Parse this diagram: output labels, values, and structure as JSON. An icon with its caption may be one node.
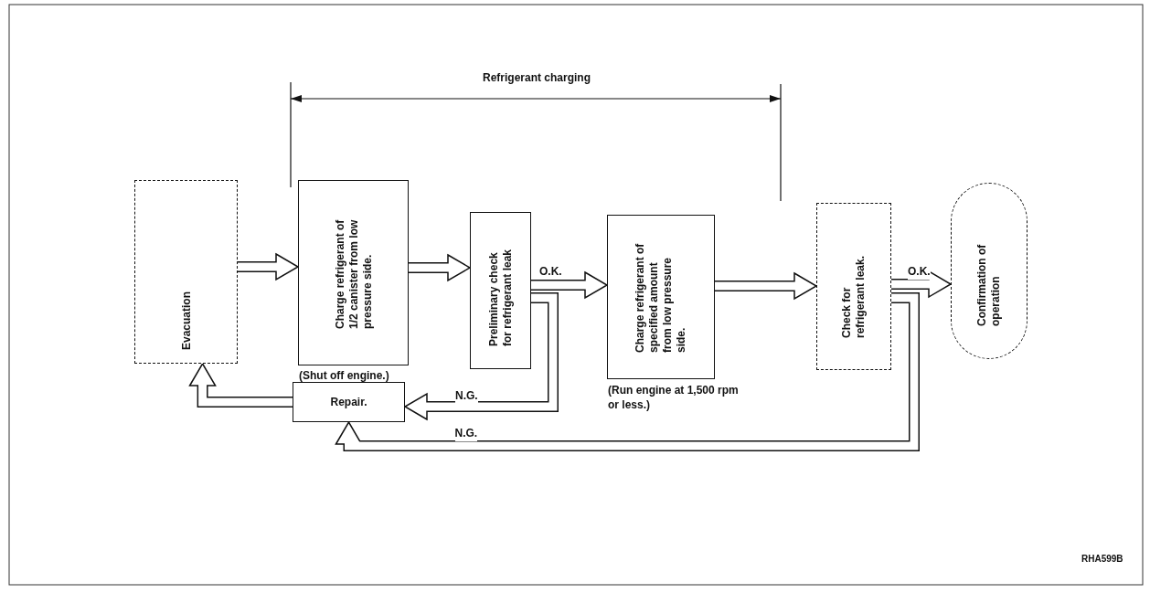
{
  "diagram": {
    "nodes": [
      {
        "text": [
          "Evacuation"
        ]
      },
      {
        "text": [
          "Charge refrigerant of 1/2 canister from low pressure side."
        ],
        "beside": [
          "(Shut off engine.)"
        ]
      },
      {
        "text": [
          "Preliminary check for refrigerant leak"
        ]
      },
      {
        "text": [
          "Charge refrigerant of specified amount from low pressure side."
        ],
        "beside": [
          "(Run engine at 1,500 rpm or less.)"
        ]
      },
      {
        "text": [
          "Check for refrigerant leak."
        ]
      },
      {
        "text": [
          "Confirmation of operation"
        ]
      },
      {
        "text": [
          "Repair."
        ]
      }
    ],
    "edges": [
      {
        "from": 0,
        "to": 1,
        "arrow": "to"
      },
      {
        "from": 1,
        "to": 2,
        "arrow": "to"
      },
      {
        "from": 2,
        "to": 3,
        "arrow": "to",
        "label": "O.K."
      },
      {
        "from": 3,
        "to": 4,
        "arrow": "to"
      },
      {
        "from": 4,
        "to": 5,
        "arrow": "to",
        "label": "O.K."
      },
      {
        "from": 2,
        "to": 6,
        "arrow": "to",
        "label": "N.G."
      },
      {
        "from": 4,
        "to": 6,
        "arrow": "to",
        "label": "N.G."
      },
      {
        "from": 6,
        "to": 0,
        "arrow": "to"
      }
    ],
    "labels": [
      "Refrigerant charging",
      "RHA599B"
    ]
  }
}
